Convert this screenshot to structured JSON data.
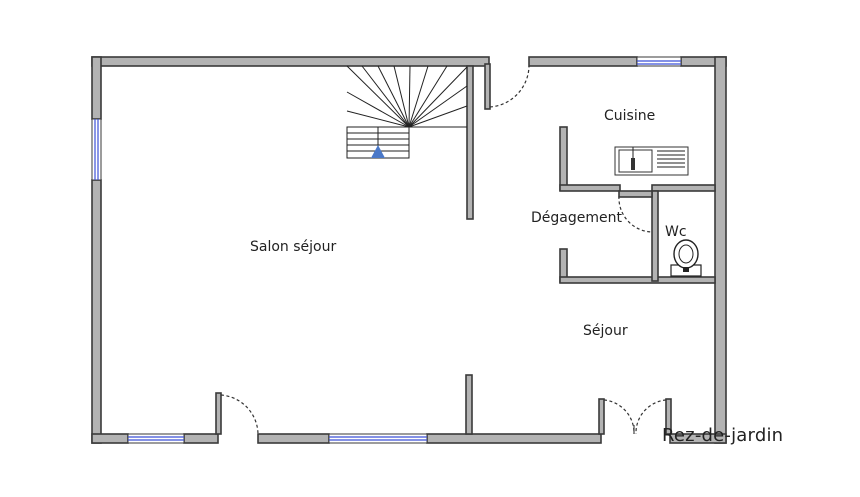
{
  "plan": {
    "rooms": {
      "salon": "Salon séjour",
      "cuisine": "Cuisine",
      "degagement": "Dégagement",
      "wc": "Wc",
      "sejour": "Séjour"
    },
    "level_label": "Rez-de-jardin"
  },
  "colors": {
    "wall_fill": "#b3b3b3",
    "wall_stroke": "#3a3a3a",
    "window": "#3b4fd6",
    "stair_marker": "#4a78c8"
  }
}
